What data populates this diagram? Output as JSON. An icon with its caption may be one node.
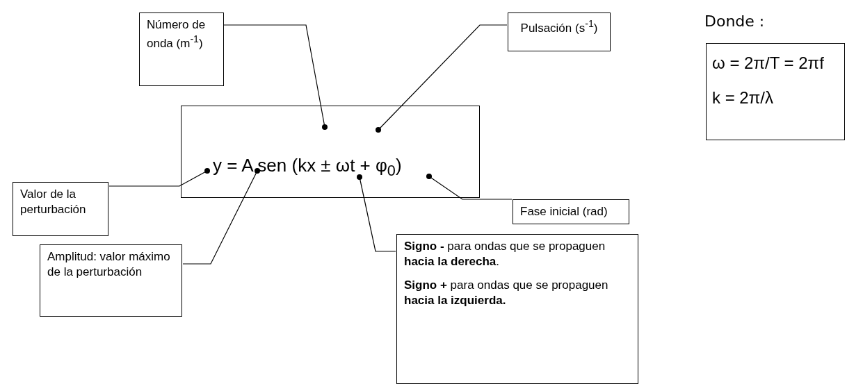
{
  "diagram": {
    "nodes": [
      {
        "text": [
          "y = A sen (kx ± ωt + φ$_{0}$)"
        ]
      },
      {
        "text": [
          "Número de onda (m$^{-1}$)"
        ]
      },
      {
        "text": [
          "Pulsación (s$^{-1}$)"
        ]
      },
      {
        "text": [
          "Donde :",
          "ω = 2π/T = 2πf",
          "k = 2π/λ"
        ]
      },
      {
        "text": [
          "Valor de la perturbación"
        ]
      },
      {
        "text": [
          "Fase inicial (rad)"
        ]
      },
      {
        "text": [
          "Amplitud: valor máximo de la perturbación"
        ]
      },
      {
        "text": [
          "**Signo -** para ondas que se propaguen **hacia la derecha**.",
          "**Signo +** para ondas que se propaguen **hacia la izquierda.**"
        ]
      }
    ],
    "edges": [
      {
        "from": 1,
        "to": 0,
        "arrow": "other"
      },
      {
        "from": 2,
        "to": 0,
        "arrow": "other"
      },
      {
        "from": 4,
        "to": 0,
        "arrow": "other"
      },
      {
        "from": 5,
        "to": 0,
        "arrow": "other"
      },
      {
        "from": 6,
        "to": 0,
        "arrow": "other"
      },
      {
        "from": 7,
        "to": 0,
        "arrow": "other"
      }
    ]
  }
}
